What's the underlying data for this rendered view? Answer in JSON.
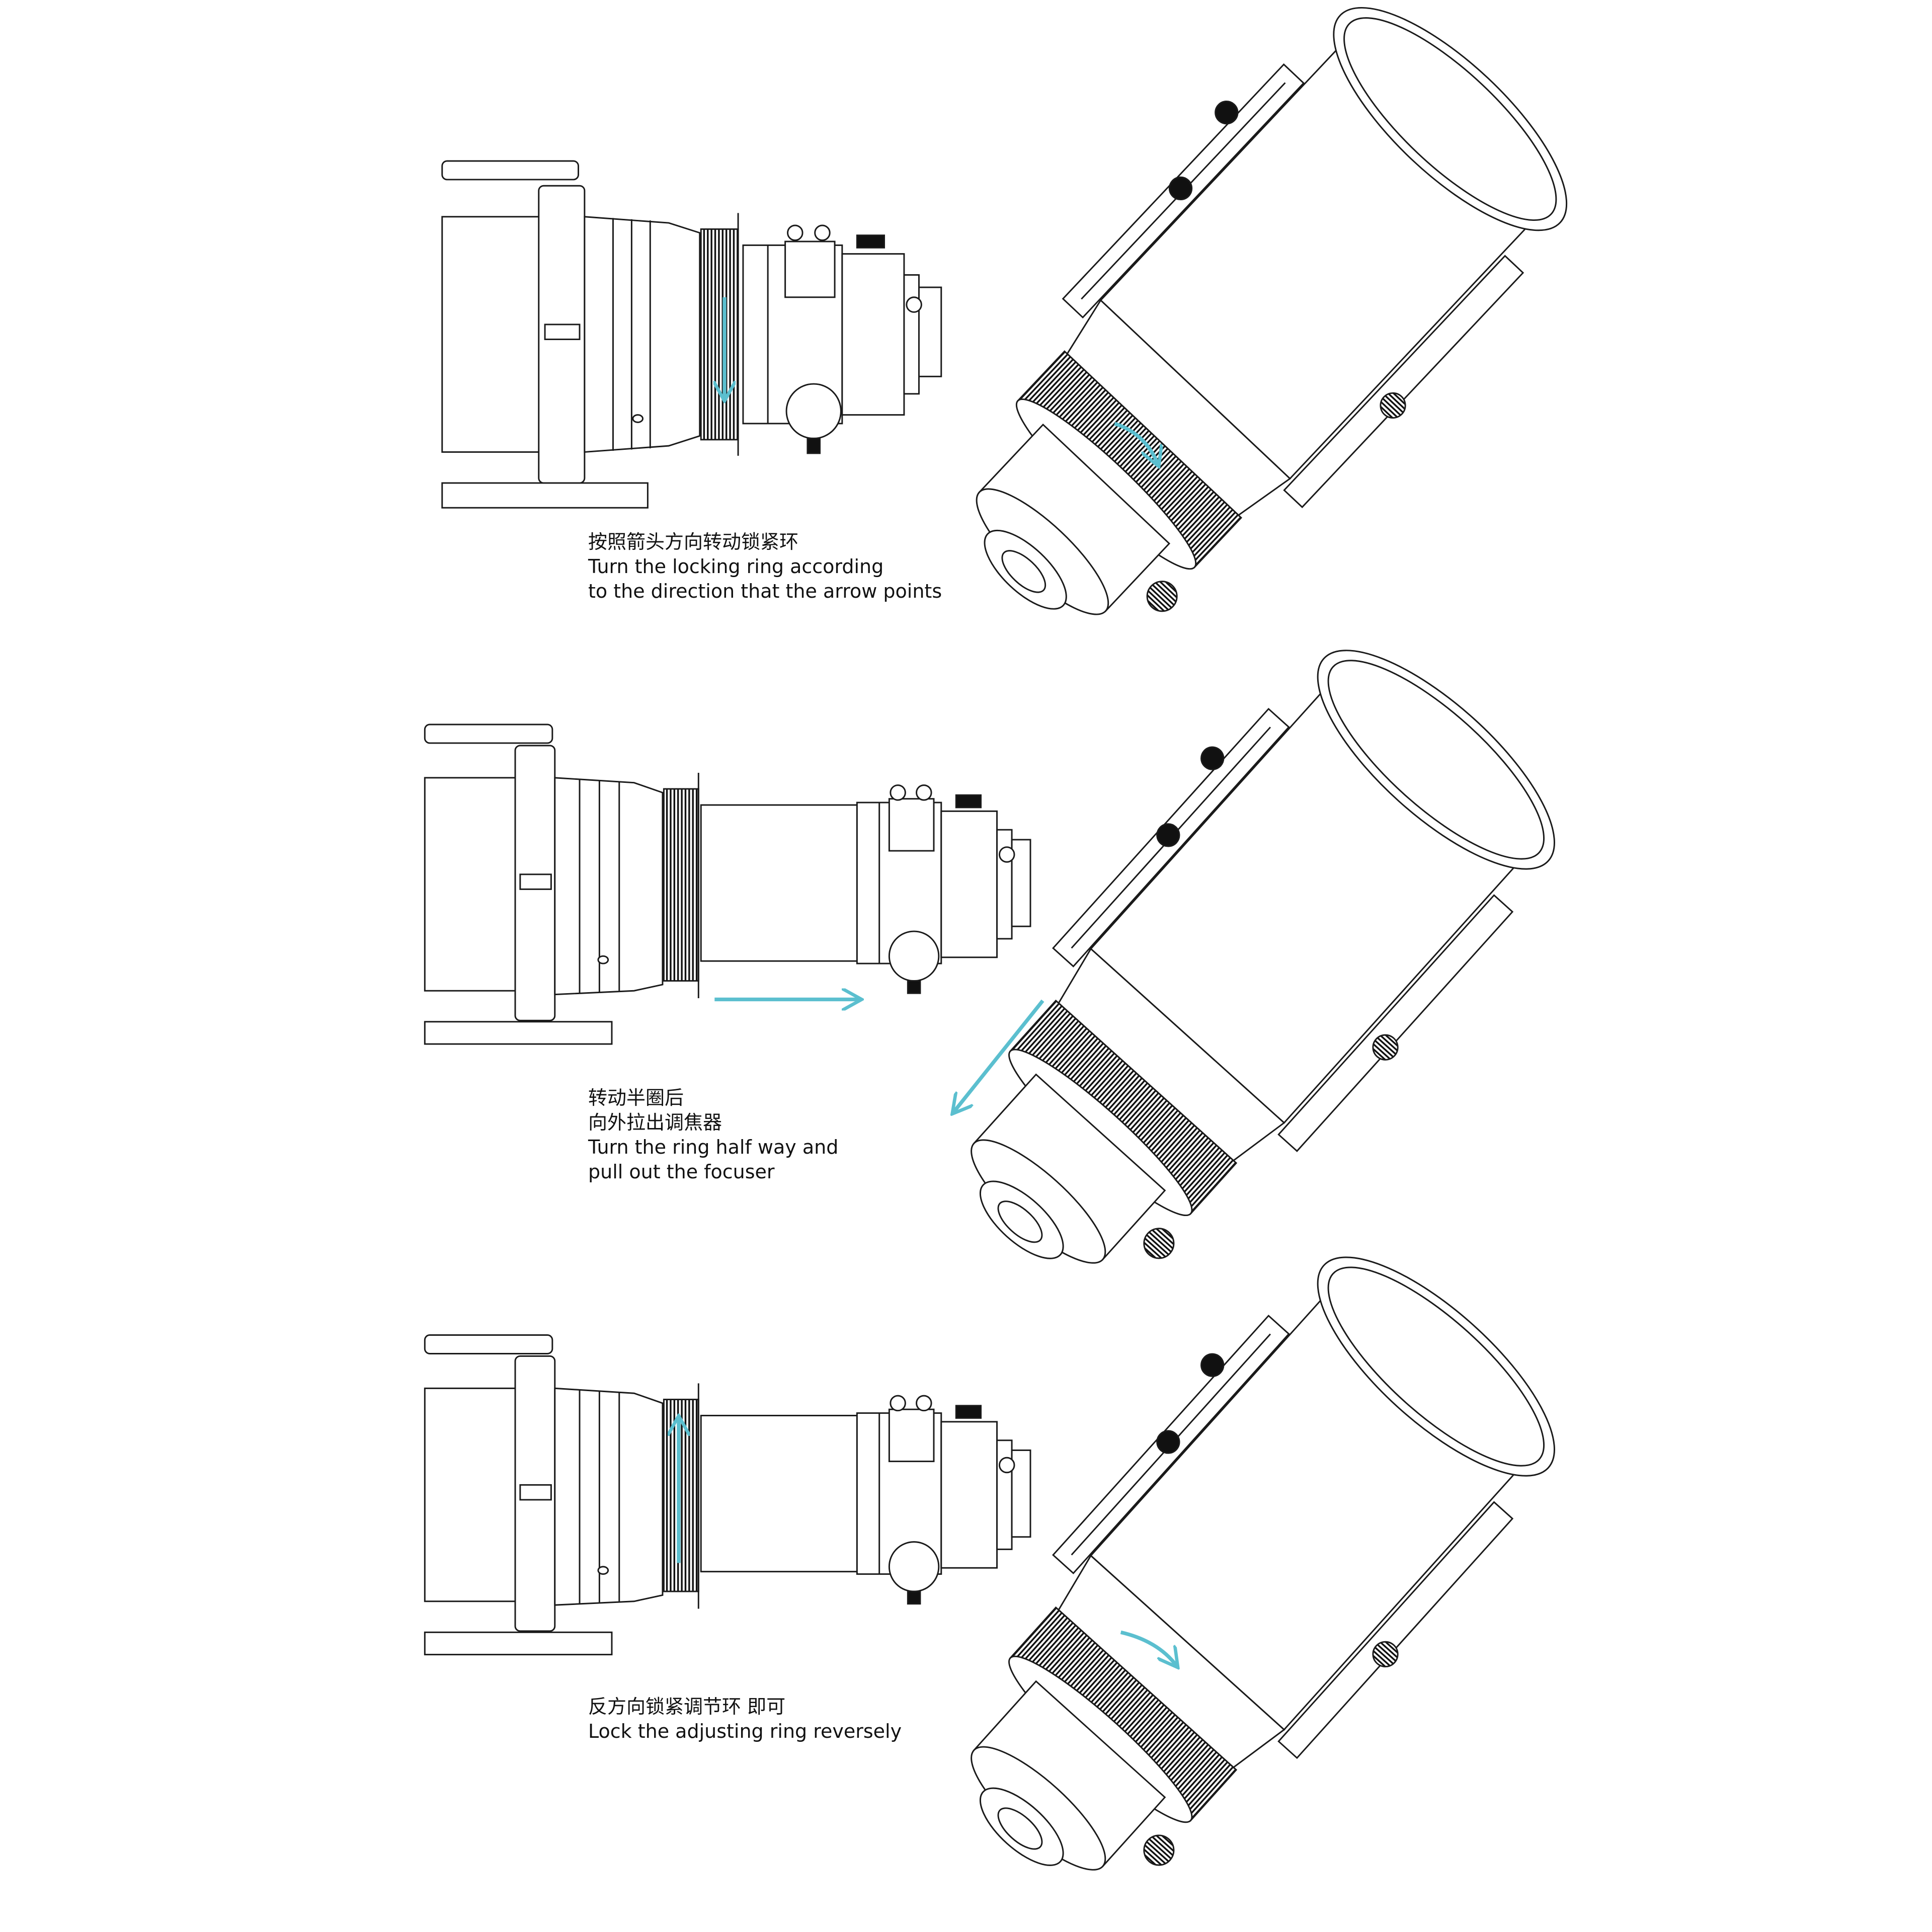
{
  "steps": [
    {
      "zh": "按照箭头方向转动锁紧环",
      "en_lines": [
        "Turn the locking ring according",
        "to the direction that the arrow points"
      ]
    },
    {
      "zh_lines": [
        "转动半圈后",
        "向外拉出调焦器"
      ],
      "en_lines": [
        "Turn the ring half way and",
        "pull out the focuser"
      ]
    },
    {
      "zh": "反方向锁紧调节环 即可",
      "en_lines": [
        "Lock the adjusting ring reversely"
      ]
    }
  ],
  "colors": {
    "arrow": "#5bbfcf",
    "line": "#1a1a1a",
    "background": "#ffffff"
  }
}
